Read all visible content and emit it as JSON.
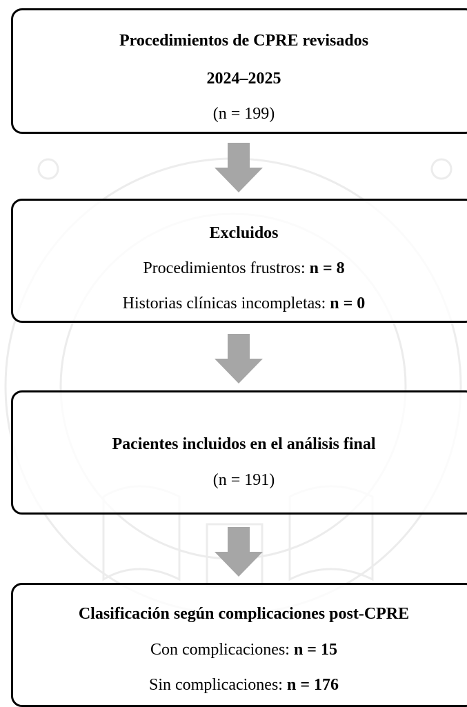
{
  "flowchart": {
    "box1": {
      "line1": "Procedimientos de CPRE revisados",
      "line2": "2024–2025",
      "line3": "(n = 199)"
    },
    "box2": {
      "title": "Excluidos",
      "item1_label": "Procedimientos frustros: ",
      "item1_value": "n = 8",
      "item2_label": "Historias clínicas incompletas: ",
      "item2_value": "n = 0"
    },
    "box3": {
      "line1": "Pacientes incluidos en el análisis final",
      "line2": "(n = 191)"
    },
    "box4": {
      "title": "Clasificación según complicaciones post-CPRE",
      "item1_label": "Con complicaciones: ",
      "item1_value": "n = 15",
      "item2_label": "Sin complicaciones: ",
      "item2_value": "n = 176"
    }
  },
  "colors": {
    "arrow": "#a6a6a6",
    "border": "#000000",
    "watermark": "#b3b3b3"
  }
}
